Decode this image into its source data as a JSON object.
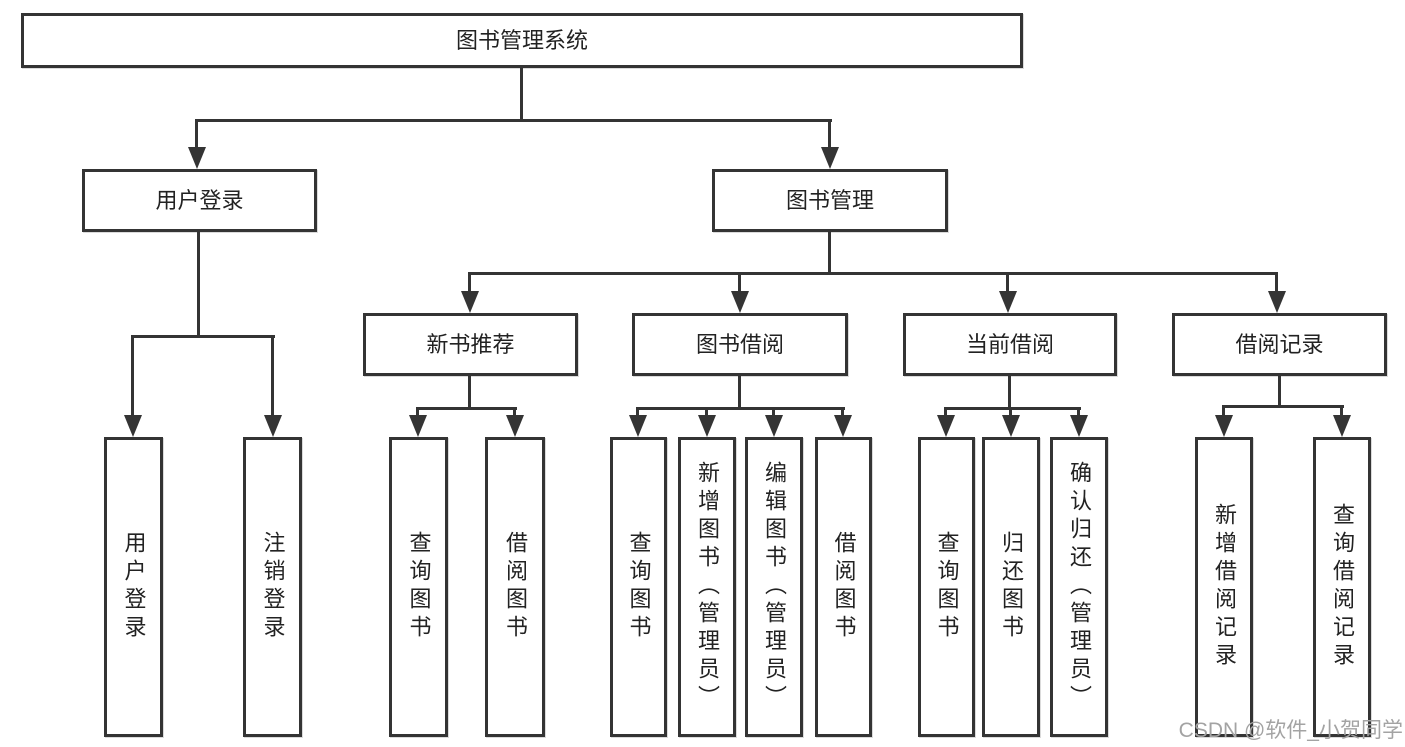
{
  "diagram": {
    "root": {
      "label": "图书管理系统"
    },
    "level1": [
      {
        "label": "用户登录"
      },
      {
        "label": "图书管理"
      }
    ],
    "level2": [
      {
        "label": "新书推荐"
      },
      {
        "label": "图书借阅"
      },
      {
        "label": "当前借阅"
      },
      {
        "label": "借阅记录"
      }
    ],
    "leaves": {
      "user_login": [
        "用户登录",
        "注销登录"
      ],
      "new_book": [
        "查询图书",
        "借阅图书"
      ],
      "borrow": [
        "查询图书",
        "新增图书（管理员）",
        "编辑图书（管理员）",
        "借阅图书"
      ],
      "current": [
        "查询图书",
        "归还图书",
        "确认归还（管理员）"
      ],
      "record": [
        "新增借阅记录",
        "查询借阅记录"
      ]
    },
    "colors": {
      "line": "#343434",
      "box_border": "#343434",
      "text": "#222222",
      "background": "#ffffff",
      "watermark": "#a3a3a3"
    }
  },
  "watermark": {
    "text": "CSDN @软件_小贺同学"
  }
}
